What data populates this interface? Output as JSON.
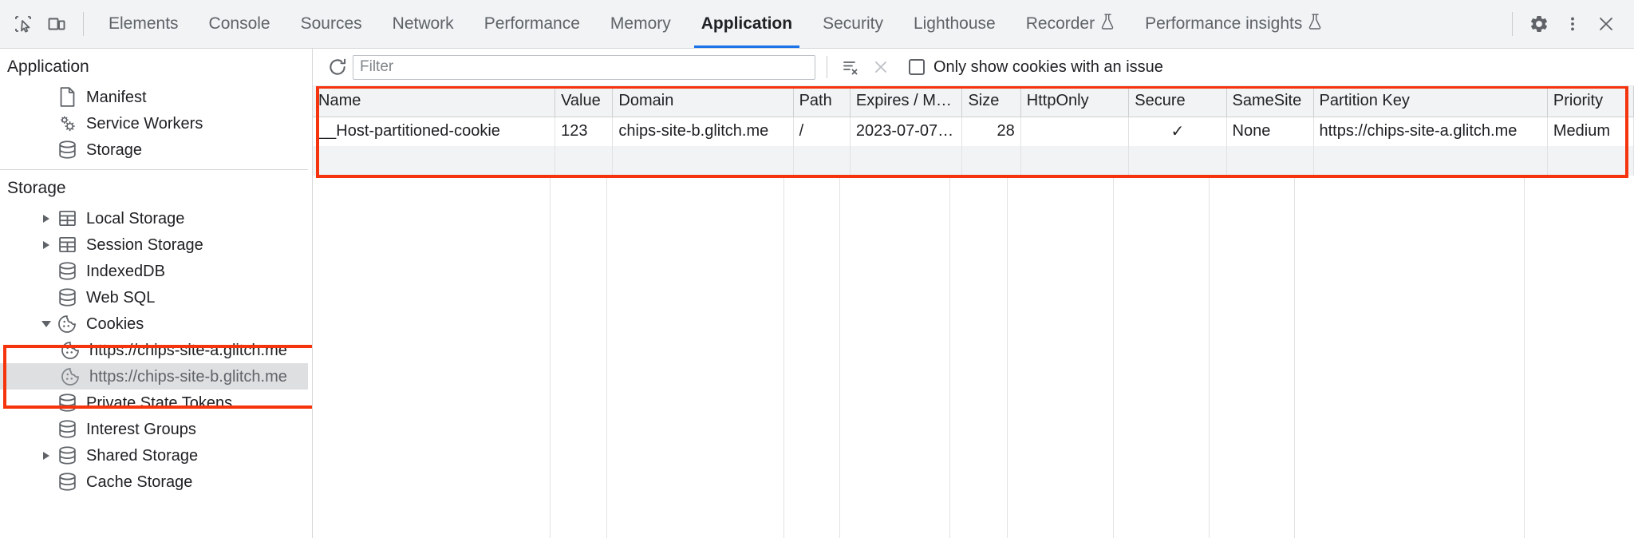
{
  "toolbar": {
    "inspect_icon": "inspect-element-icon",
    "device_icon": "device-toolbar-icon",
    "tabs": [
      {
        "label": "Elements",
        "active": false,
        "experimental": false
      },
      {
        "label": "Console",
        "active": false,
        "experimental": false
      },
      {
        "label": "Sources",
        "active": false,
        "experimental": false
      },
      {
        "label": "Network",
        "active": false,
        "experimental": false
      },
      {
        "label": "Performance",
        "active": false,
        "experimental": false
      },
      {
        "label": "Memory",
        "active": false,
        "experimental": false
      },
      {
        "label": "Application",
        "active": true,
        "experimental": false
      },
      {
        "label": "Security",
        "active": false,
        "experimental": false
      },
      {
        "label": "Lighthouse",
        "active": false,
        "experimental": false
      },
      {
        "label": "Recorder",
        "active": false,
        "experimental": true
      },
      {
        "label": "Performance insights",
        "active": false,
        "experimental": true
      }
    ],
    "settings_icon": "gear-icon",
    "more_icon": "kebab-menu-icon",
    "close_icon": "close-icon",
    "active_tab_color": "#1a73e8"
  },
  "sidebar": {
    "sections": [
      {
        "title": "Application",
        "items": [
          {
            "label": "Manifest",
            "icon": "manifest-document-icon",
            "indent": 1,
            "twisty": "none",
            "selected": false
          },
          {
            "label": "Service Workers",
            "icon": "service-workers-gears-icon",
            "indent": 1,
            "twisty": "none",
            "selected": false
          },
          {
            "label": "Storage",
            "icon": "database-icon",
            "indent": 1,
            "twisty": "none",
            "selected": false
          }
        ]
      },
      {
        "title": "Storage",
        "items": [
          {
            "label": "Local Storage",
            "icon": "table-grid-icon",
            "indent": 1,
            "twisty": "closed",
            "selected": false
          },
          {
            "label": "Session Storage",
            "icon": "table-grid-icon",
            "indent": 1,
            "twisty": "closed",
            "selected": false
          },
          {
            "label": "IndexedDB",
            "icon": "database-icon",
            "indent": 1,
            "twisty": "none",
            "selected": false
          },
          {
            "label": "Web SQL",
            "icon": "database-icon",
            "indent": 1,
            "twisty": "none",
            "selected": false
          },
          {
            "label": "Cookies",
            "icon": "cookie-icon",
            "indent": 1,
            "twisty": "open",
            "selected": false
          },
          {
            "label": "https://chips-site-a.glitch.me",
            "icon": "cookie-icon",
            "indent": 2,
            "twisty": "none",
            "selected": false
          },
          {
            "label": "https://chips-site-b.glitch.me",
            "icon": "cookie-icon",
            "indent": 2,
            "twisty": "none",
            "selected": true
          },
          {
            "label": "Private State Tokens",
            "icon": "database-icon",
            "indent": 1,
            "twisty": "none",
            "selected": false
          },
          {
            "label": "Interest Groups",
            "icon": "database-icon",
            "indent": 1,
            "twisty": "none",
            "selected": false
          },
          {
            "label": "Shared Storage",
            "icon": "database-icon",
            "indent": 1,
            "twisty": "closed",
            "selected": false
          },
          {
            "label": "Cache Storage",
            "icon": "database-icon",
            "indent": 1,
            "twisty": "none",
            "selected": false
          }
        ]
      }
    ]
  },
  "filter_bar": {
    "refresh_icon": "refresh-icon",
    "filter_placeholder": "Filter",
    "filter_value": "",
    "clear_all_icon": "clear-all-cookies-icon",
    "delete_icon": "delete-selected-cookie-icon",
    "issue_checkbox_label": "Only show cookies with an issue",
    "issue_checkbox_checked": false
  },
  "cookie_table": {
    "columns": [
      "Name",
      "Value",
      "Domain",
      "Path",
      "Expires / M…",
      "Size",
      "HttpOnly",
      "Secure",
      "SameSite",
      "Partition Key",
      "Priority"
    ],
    "rows": [
      {
        "Name": "__Host-partitioned-cookie",
        "Value": "123",
        "Domain": "chips-site-b.glitch.me",
        "Path": "/",
        "Expires / M…": "2023-07-07…",
        "Size": "28",
        "HttpOnly": "",
        "Secure": "✓",
        "SameSite": "None",
        "Partition Key": "https://chips-site-a.glitch.me",
        "Priority": "Medium"
      }
    ]
  },
  "annotations": {
    "highlight_color": "#f5330c",
    "boxes": [
      "cookie-table-highlight",
      "cookies-tree-highlight"
    ]
  }
}
